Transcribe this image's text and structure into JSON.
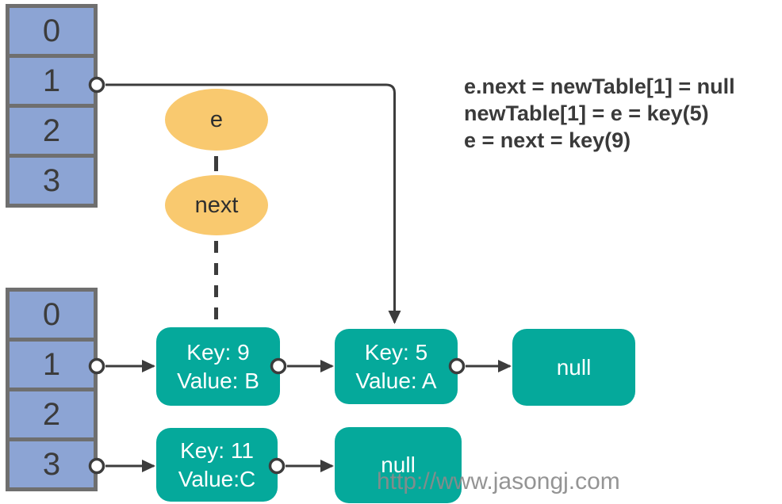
{
  "new_table": {
    "cells": [
      "0",
      "1",
      "2",
      "3"
    ]
  },
  "old_table": {
    "cells": [
      "0",
      "1",
      "2",
      "3"
    ]
  },
  "pointers": {
    "e": "e",
    "next": "next"
  },
  "nodes": {
    "key9": {
      "line1": "Key: 9",
      "line2": "Value: B"
    },
    "key5": {
      "line1": "Key: 5",
      "line2": "Value: A"
    },
    "null1": {
      "label": "null"
    },
    "key11": {
      "line1": "Key: 11",
      "line2": "Value:C"
    },
    "null2": {
      "label": "null"
    }
  },
  "annotation": {
    "lines": [
      "e.next = newTable[1] = null",
      "newTable[1] = e = key(5)",
      "e = next = key(9)"
    ]
  },
  "watermark": "http://www.jasongj.com",
  "colors": {
    "bucket_fill": "#8CA4D4",
    "bucket_border": "#6F6F6F",
    "node_fill": "#05A99B",
    "pointer_fill": "#F9C96F",
    "line": "#3C3C3C",
    "annotation_text": "#3A3A3A",
    "watermark_text": "#8B8B8B"
  }
}
